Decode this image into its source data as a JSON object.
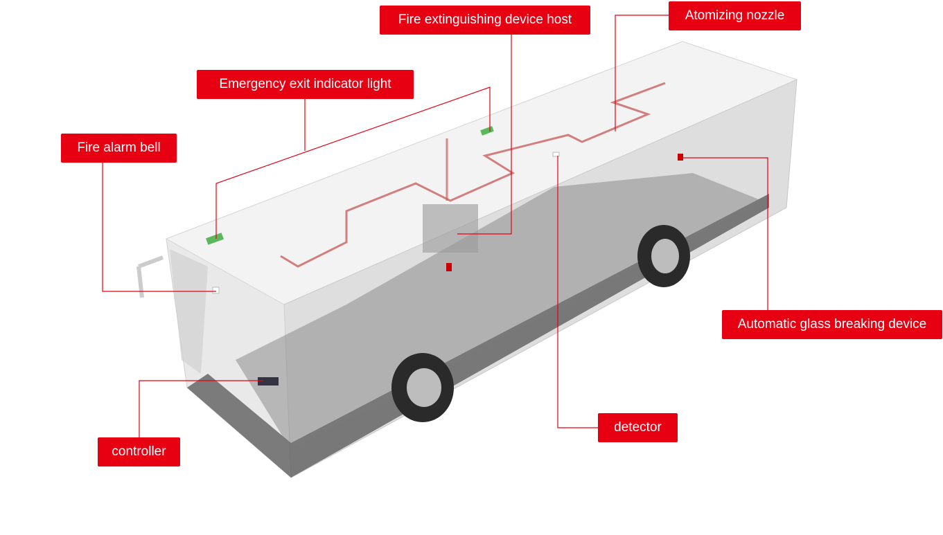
{
  "accent": "#e60012",
  "labels": {
    "host": "Fire extinguishing device host",
    "nozzle": "Atomizing nozzle",
    "exit_light": "Emergency exit indicator light",
    "alarm_bell": "Fire alarm bell",
    "glass_breaker": "Automatic glass breaking device",
    "detector": "detector",
    "controller": "controller"
  }
}
